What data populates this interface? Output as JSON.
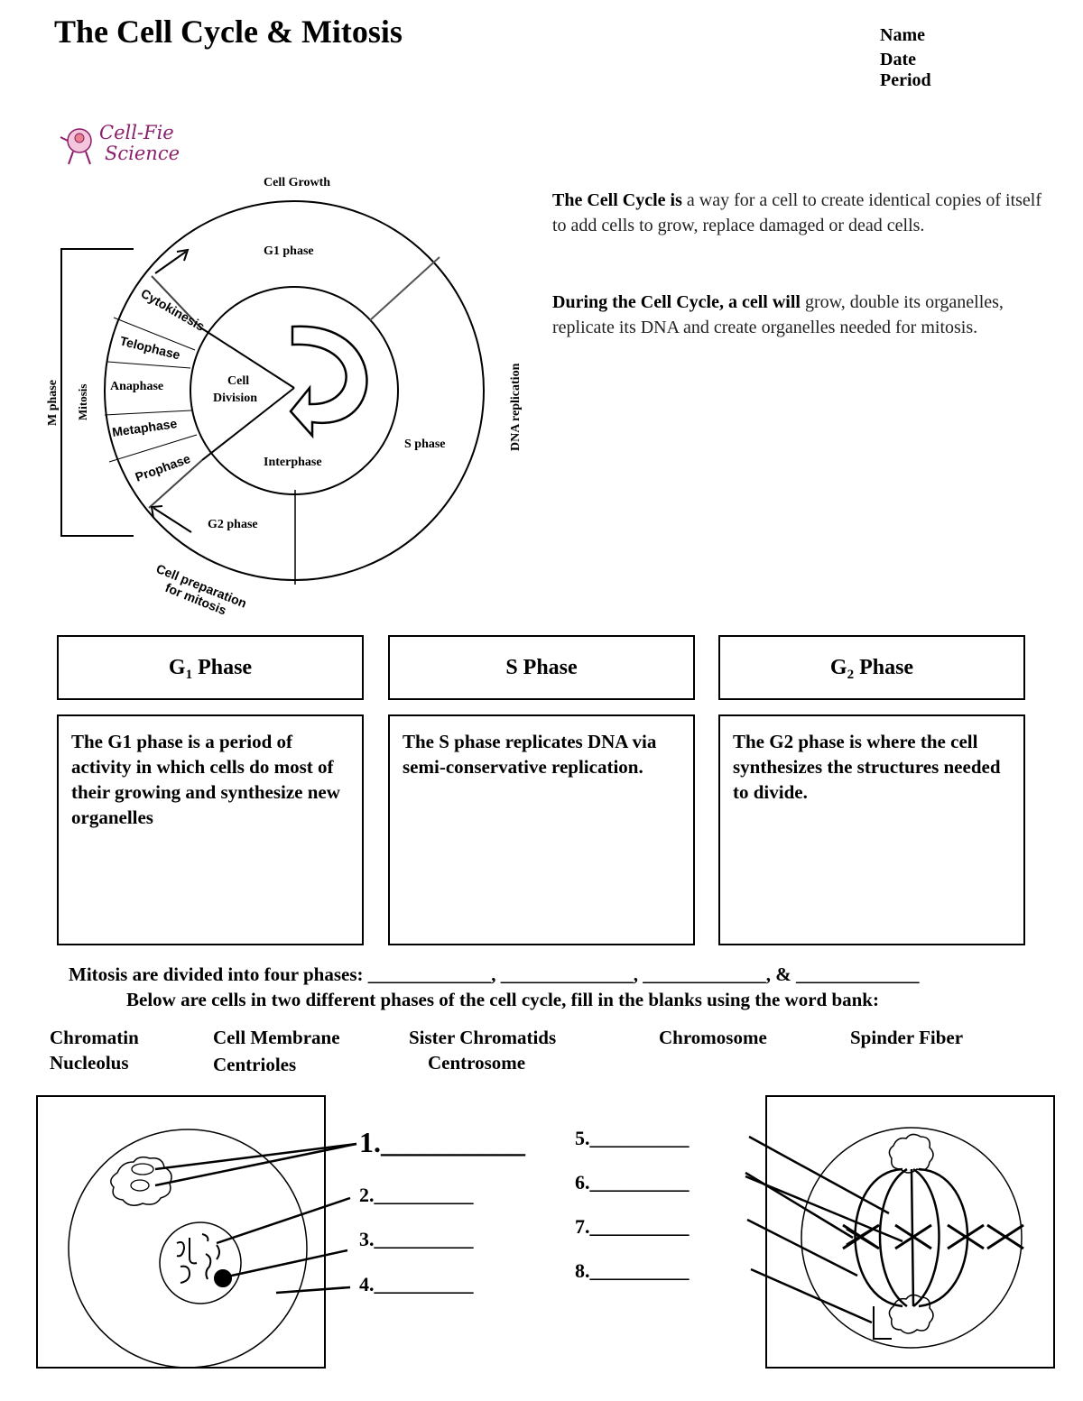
{
  "header": {
    "title": "The Cell Cycle & Mitosis",
    "name_label": "Name",
    "date_label": "Date",
    "period_label": "Period"
  },
  "logo": {
    "line1": "Cell-Fie",
    "line2": "Science"
  },
  "intro": {
    "p1_bold": "The Cell Cycle is",
    "p1_rest": " a way for a cell to create identical copies of itself to add cells to grow, replace damaged or dead cells.",
    "p2_bold": "During the Cell Cycle, a cell will",
    "p2_rest": " grow, double its organelles, replicate its DNA and create organelles needed for mitosis."
  },
  "cycle_diagram": {
    "top_label": "Cell Growth",
    "g1": "G1 phase",
    "s": "S phase",
    "g2": "G2 phase",
    "interphase": "Interphase",
    "cell_division_1": "Cell",
    "cell_division_2": "Division",
    "cytokinesis": "Cytokinesis",
    "telophase": "Telophase",
    "anaphase": "Anaphase",
    "metaphase": "Metaphase",
    "prophase": "Prophase",
    "m_phase": "M phase",
    "mitosis": "Mitosis",
    "dna_replication": "DNA replication",
    "prep_1": "Cell preparation",
    "prep_2": "for mitosis"
  },
  "phases": [
    {
      "head": "G",
      "sub": "1",
      "tail": " Phase",
      "text": "The G1 phase is a period of activity in which cells do most of their growing and synthesize new organelles"
    },
    {
      "head": "S Phase",
      "sub": "",
      "tail": "",
      "text": "The S phase replicates DNA via semi-conservative replication."
    },
    {
      "head": "G",
      "sub": "2",
      "tail": " Phase",
      "text": "The G2 phase is where the cell synthesizes the structures needed to divide."
    }
  ],
  "mitosis_line": "Mitosis are divided into four phases: _____________, ______________, _____________, & _____________",
  "instruction": "Below are cells in two different phases of the cell cycle, fill in the blanks using the word bank:",
  "word_bank": {
    "chromatin": "Chromatin",
    "nucleolus": "Nucleolus",
    "cell_membrane": "Cell Membrane",
    "centrioles": "Centrioles",
    "sister_chromatids": "Sister Chromatids",
    "centrosome": "Centrosome",
    "chromosome": "Chromosome",
    "spinder_fiber": "Spinder Fiber"
  },
  "questions": {
    "q1": "1.__________",
    "q2": "2.__________",
    "q3": "3.__________",
    "q4": "4.__________",
    "q5": "5.__________",
    "q6": "6.__________",
    "q7": "7.__________",
    "q8": "8.__________"
  }
}
